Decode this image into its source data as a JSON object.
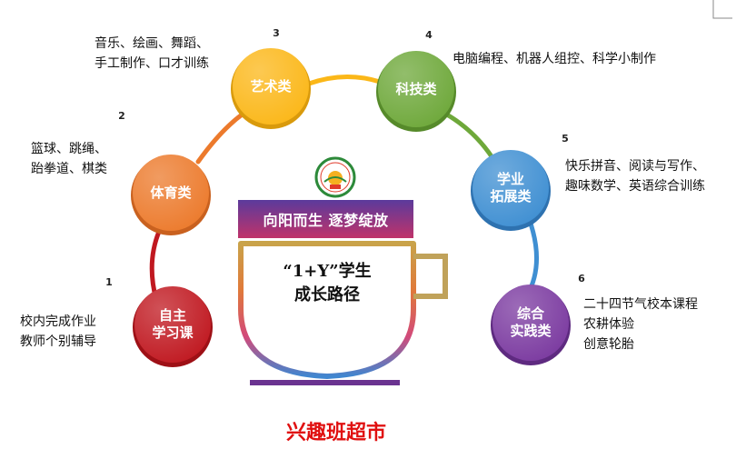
{
  "title": "兴趣班超市",
  "banner": "向阳而生  逐梦绽放",
  "cup": {
    "line1": "“1+Y”学生",
    "line2": "成长路径"
  },
  "categories": [
    {
      "num": "1",
      "line1": "自主",
      "line2": "学习课",
      "desc": [
        "校内完成作业",
        "教师个别辅导"
      ],
      "color": "#c01820"
    },
    {
      "num": "2",
      "line1": "体育类",
      "line2": "",
      "desc": [
        "篮球、跳绳、",
        "跆拳道、棋类"
      ],
      "color": "#ec7a2c"
    },
    {
      "num": "3",
      "line1": "艺术类",
      "line2": "",
      "desc": [
        "音乐、绘画、舞蹈、",
        "手工制作、口才训练"
      ],
      "color": "#fbb718"
    },
    {
      "num": "4",
      "line1": "科技类",
      "line2": "",
      "desc": [
        "电脑编程、机器人组控、科学小制作"
      ],
      "color": "#6ea83a"
    },
    {
      "num": "5",
      "line1": "学业",
      "line2": "拓展类",
      "desc": [
        "快乐拼音、阅读与写作、",
        "趣味数学、英语综合训练"
      ],
      "color": "#3f8fd2"
    },
    {
      "num": "6",
      "line1": "综合",
      "line2": "实践类",
      "desc": [
        "二十四节气校本课程",
        "农耕体验",
        "创意轮胎"
      ],
      "color": "#7b3aa0"
    }
  ],
  "colors": {
    "banner_top": "#5b3a9c",
    "banner_bottom": "#c0336a",
    "title": "#e01010",
    "saucer": "#6a3390"
  }
}
